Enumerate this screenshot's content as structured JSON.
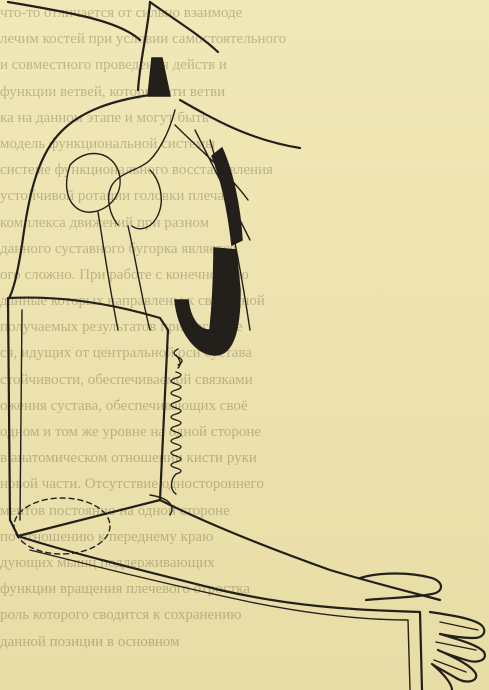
{
  "background_text": [
    "что-то отличается от сильно взаимоде",
    "лечим костей при условии самостоятельного",
    "и совместного проведения действ и",
    "функции ветвей, которые эти ветви",
    "ка на данном этапе и могут быть",
    "модель функциональной системы",
    "системе функционального восстановления",
    "устойчивой ротации головки плеча",
    "комплекса движений при разном",
    "данного суставного бугорка является",
    "ого сложно. При работе с конечностью",
    "данные которых направлены к свободной",
    "получаемых результатов при нагрузке",
    "ся, идущих от центральной оси сустава",
    "стойчивости, обеспечиваемой связками",
    "ожения сустава, обеспечивающих своё",
    "одном и том же уровне на одной стороне",
    "в анатомическом отношении кисти руки",
    "новой части. Отсутствие одностороннего",
    "ментов постоянно на одной стороне",
    "по отношению к переднему краю",
    "дующих мышц поддерживающих",
    "функции вращения плечевого отростка",
    "роль которого сводится к сохранению",
    "данной позиции в основном"
  ],
  "illustration": {
    "subject": "arm-and-shoulder-orthopedic-sling-brace",
    "line_color": "#231f1a",
    "paper_color": "#efe6b4"
  }
}
